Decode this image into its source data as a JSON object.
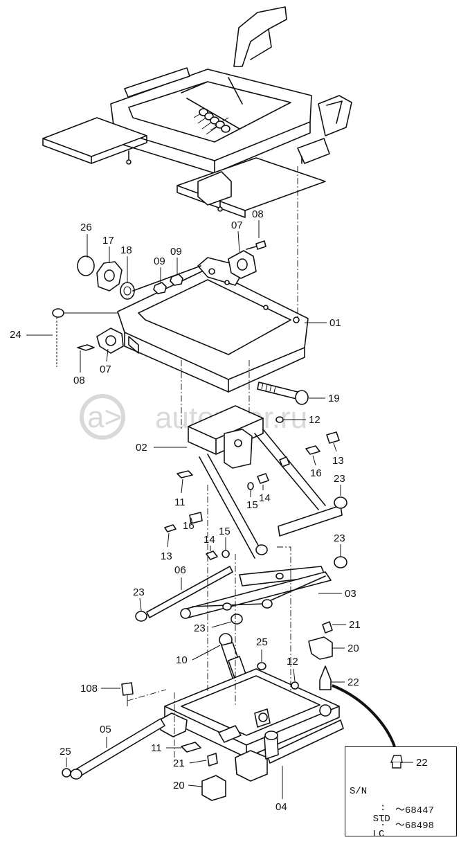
{
  "watermark": "autopiter.ru",
  "callouts": [
    {
      "id": "c-26",
      "text": "26"
    },
    {
      "id": "c-17",
      "text": "17"
    },
    {
      "id": "c-18",
      "text": "18"
    },
    {
      "id": "c-09a",
      "text": "09"
    },
    {
      "id": "c-09b",
      "text": "09"
    },
    {
      "id": "c-07a",
      "text": "07"
    },
    {
      "id": "c-08a",
      "text": "08"
    },
    {
      "id": "c-01",
      "text": "01"
    },
    {
      "id": "c-24",
      "text": "24"
    },
    {
      "id": "c-08b",
      "text": "08"
    },
    {
      "id": "c-07b",
      "text": "07"
    },
    {
      "id": "c-19",
      "text": "19"
    },
    {
      "id": "c-12a",
      "text": "12"
    },
    {
      "id": "c-02",
      "text": "02"
    },
    {
      "id": "c-13a",
      "text": "13"
    },
    {
      "id": "c-16a",
      "text": "16"
    },
    {
      "id": "c-23a",
      "text": "23"
    },
    {
      "id": "c-11a",
      "text": "11"
    },
    {
      "id": "c-15a",
      "text": "15"
    },
    {
      "id": "c-14a",
      "text": "14"
    },
    {
      "id": "c-16b",
      "text": "16"
    },
    {
      "id": "c-13b",
      "text": "13"
    },
    {
      "id": "c-14b",
      "text": "14"
    },
    {
      "id": "c-15b",
      "text": "15"
    },
    {
      "id": "c-23b",
      "text": "23"
    },
    {
      "id": "c-06",
      "text": "06"
    },
    {
      "id": "c-03",
      "text": "03"
    },
    {
      "id": "c-23c",
      "text": "23"
    },
    {
      "id": "c-23d",
      "text": "23"
    },
    {
      "id": "c-21a",
      "text": "21"
    },
    {
      "id": "c-25a",
      "text": "25"
    },
    {
      "id": "c-20a",
      "text": "20"
    },
    {
      "id": "c-10",
      "text": "10"
    },
    {
      "id": "c-12b",
      "text": "12"
    },
    {
      "id": "c-22a",
      "text": "22"
    },
    {
      "id": "c-108",
      "text": "108"
    },
    {
      "id": "c-05",
      "text": "05"
    },
    {
      "id": "c-11b",
      "text": "11"
    },
    {
      "id": "c-25b",
      "text": "25"
    },
    {
      "id": "c-21b",
      "text": "21"
    },
    {
      "id": "c-20b",
      "text": "20"
    },
    {
      "id": "c-04",
      "text": "04"
    }
  ],
  "inset": {
    "part_label": "22",
    "sn_label": "S/N",
    "rows": [
      {
        "name": "STD",
        "sep": ":",
        "value": "～68447"
      },
      {
        "name": "LC",
        "sep": ":",
        "value": "～68498"
      }
    ]
  }
}
